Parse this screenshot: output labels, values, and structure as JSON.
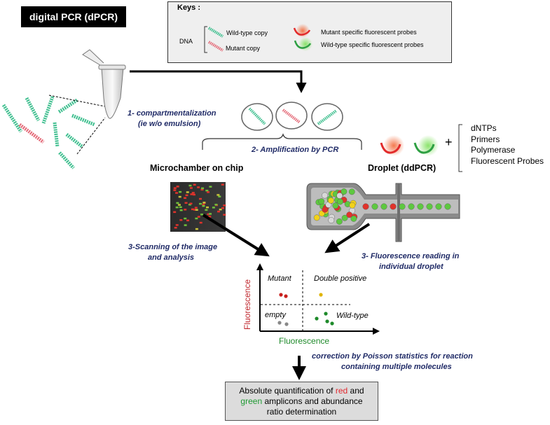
{
  "title": "digital PCR (dPCR)",
  "keys": {
    "title": "Keys :",
    "dna_label": "DNA",
    "wild_type_copy": "Wild-type copy",
    "mutant_copy": "Mutant copy",
    "mutant_probe": "Mutant specific fluorescent probes",
    "wildtype_probe": "Wild-type specific fluorescent probes"
  },
  "steps": {
    "compartment_line1": "1- compartmentalization",
    "compartment_line2": "(ie w/o emulsion)",
    "amplification": "2- Amplification by PCR",
    "scanning_line1": "3-Scanning of the image",
    "scanning_line2": "and analysis",
    "reading_line1": "3- Fluorescence reading in",
    "reading_line2": "individual droplet"
  },
  "methods": {
    "microchamber": "Microchamber on chip",
    "droplet": "Droplet (ddPCR)"
  },
  "plus": "+",
  "reagents": [
    "dNTPs",
    "Primers",
    "Polymerase",
    "Fluorescent Probes"
  ],
  "plot": {
    "mutant": "Mutant",
    "double_positive": "Double positive",
    "empty": "empty",
    "wild_type": "Wild-type",
    "y_axis": "Fluorescence",
    "x_axis": "Fluorescence"
  },
  "correction": {
    "line1": "correction by  Poisson statistics for reaction",
    "line2": "containing multiple molecules"
  },
  "result": {
    "part1": "Absolute quantification of ",
    "red_word": "red",
    "part2": " and",
    "green_word": "green",
    "part3": " amplicons and abundance",
    "line3": "ratio determination"
  },
  "colors": {
    "wild_type_dna": "#3fbf8f",
    "mutant_dna": "#e46a78",
    "mutant_probe": "#e22b2b",
    "wildtype_probe": "#2ea043",
    "step_text": "#1f2a66"
  }
}
